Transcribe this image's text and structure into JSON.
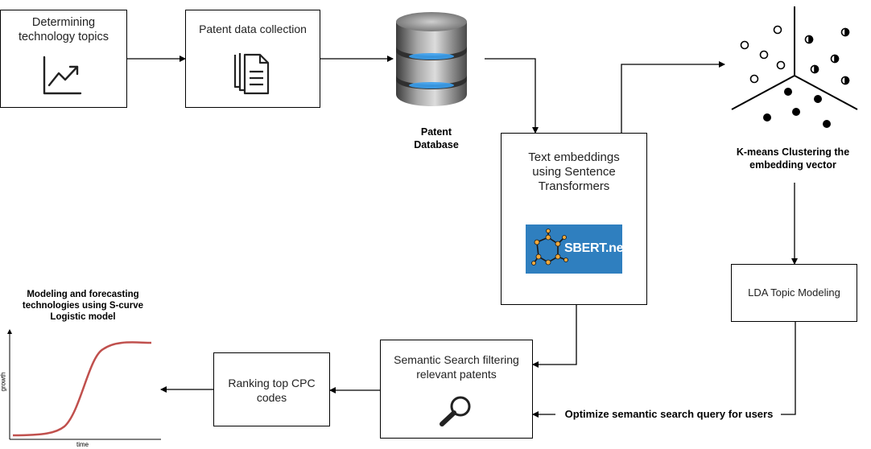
{
  "nodes": {
    "topics": "Determining technology topics",
    "collection": "Patent data collection",
    "database": "Patent Database",
    "embeddings": "Text embeddings using Sentence Transformers",
    "sbert_logo": "SBERT.net",
    "kmeans": "K-means Clustering the embedding vector",
    "lda": "LDA Topic Modeling",
    "semantic": "Semantic Search filtering relevant patents",
    "ranking": "Ranking top CPC codes",
    "modeling": "Modeling and forecasting technologies using S-curve Logistic model",
    "optimize": "Optimize semantic search query for users"
  },
  "scurve": {
    "ylabel": "growth",
    "xlabel": "time"
  },
  "icons": {
    "trend": "trend-chart-icon",
    "documents": "documents-icon",
    "database": "database-icon",
    "clusters": "cluster-scatter-icon",
    "search": "magnifier-icon"
  },
  "colors": {
    "sbert_bg": "#2f7fbf",
    "sbert_nodes": "#f2a93b",
    "curve": "#c0504d",
    "db_glow": "#3aa0f0"
  }
}
